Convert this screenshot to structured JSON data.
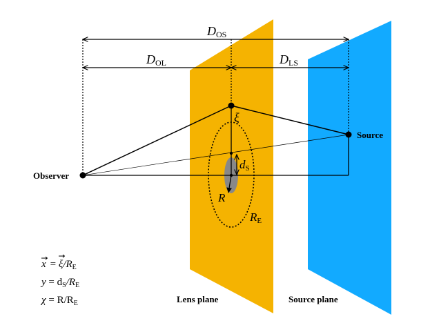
{
  "distances": {
    "d_os": {
      "main": "D",
      "sub": "OS"
    },
    "d_ol": {
      "main": "D",
      "sub": "OL"
    },
    "d_ls": {
      "main": "D",
      "sub": "LS"
    }
  },
  "labels": {
    "observer": "Observer",
    "source": "Source",
    "xi": "ξ",
    "d_s": {
      "main": "d",
      "sub": "S"
    },
    "r": "R",
    "r_e": {
      "main": "R",
      "sub": "E"
    }
  },
  "planes": {
    "lens": "Lens plane",
    "source": "Source plane"
  },
  "equations": {
    "x": {
      "lhs": "x",
      "eq": "= ",
      "num": "ξ",
      "slash": "/R",
      "sub": "E"
    },
    "y": {
      "lhs": "y",
      "eq": " = d",
      "sub1": "S",
      "slash": "/R",
      "sub2": "E"
    },
    "chi": {
      "lhs": "χ",
      "eq": " = R/R",
      "sub": "E"
    }
  },
  "colors": {
    "lens_plane": "#F5B301",
    "source_plane": "#12AAFF",
    "source_object": "#888888",
    "ink": "#000000"
  }
}
